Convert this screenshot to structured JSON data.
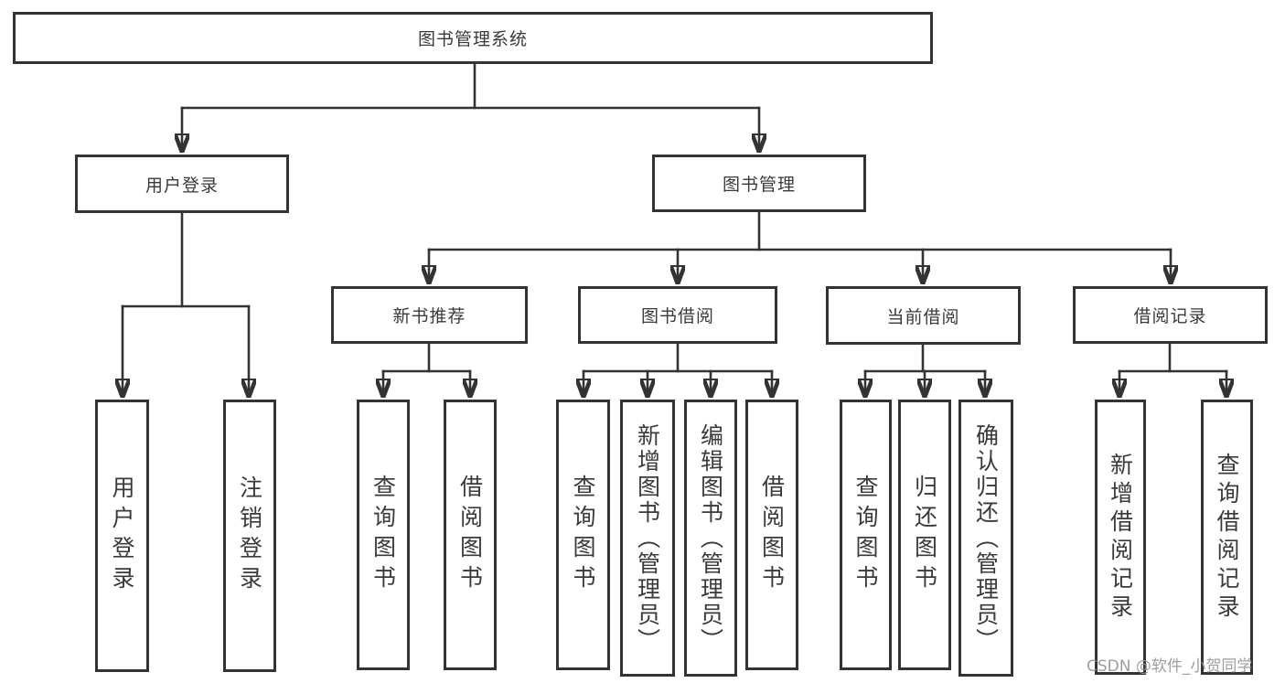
{
  "diagram": {
    "type": "hierarchy-tree",
    "colors": {
      "line": "#333333",
      "box_border": "#333333",
      "box_fill": "#ffffff",
      "text": "#3a3a3a",
      "watermark_text_color": "#949494",
      "background": "#ffffff"
    },
    "tree": {
      "label": "图书管理系统",
      "children": [
        {
          "label": "用户登录",
          "children": [
            {
              "label": "用户登录"
            },
            {
              "label": "注销登录"
            }
          ]
        },
        {
          "label": "图书管理",
          "children": [
            {
              "label": "新书推荐",
              "children": [
                {
                  "label": "查询图书"
                },
                {
                  "label": "借阅图书"
                }
              ]
            },
            {
              "label": "图书借阅",
              "children": [
                {
                  "label": "查询图书"
                },
                {
                  "label": "新增图书（管理员）"
                },
                {
                  "label": "编辑图书（管理员）"
                },
                {
                  "label": "借阅图书"
                }
              ]
            },
            {
              "label": "当前借阅",
              "children": [
                {
                  "label": "查询图书"
                },
                {
                  "label": "归还图书"
                },
                {
                  "label": "确认归还（管理员）"
                }
              ]
            },
            {
              "label": "借阅记录",
              "children": [
                {
                  "label": "新增借阅记录"
                },
                {
                  "label": "查询借阅记录"
                }
              ]
            }
          ]
        }
      ]
    },
    "watermark": {
      "text": "CSDN @软件_小贺同学"
    }
  }
}
